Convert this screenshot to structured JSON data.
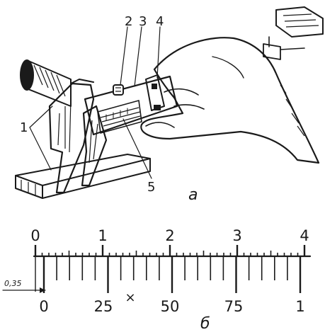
{
  "top_figure": {
    "callouts": [
      "1",
      "2",
      "3",
      "4",
      "5"
    ],
    "panel_label": "а"
  },
  "bottom_figure": {
    "main_scale_labels": [
      "0",
      "1",
      "2",
      "3",
      "4"
    ],
    "vernier_labels": [
      "0",
      "25",
      "50",
      "75",
      "1"
    ],
    "offset_label": "0,35",
    "cross_mark": "×",
    "panel_label": "б"
  },
  "colors": {
    "ink": "#1a1a1a",
    "background": "#ffffff"
  }
}
